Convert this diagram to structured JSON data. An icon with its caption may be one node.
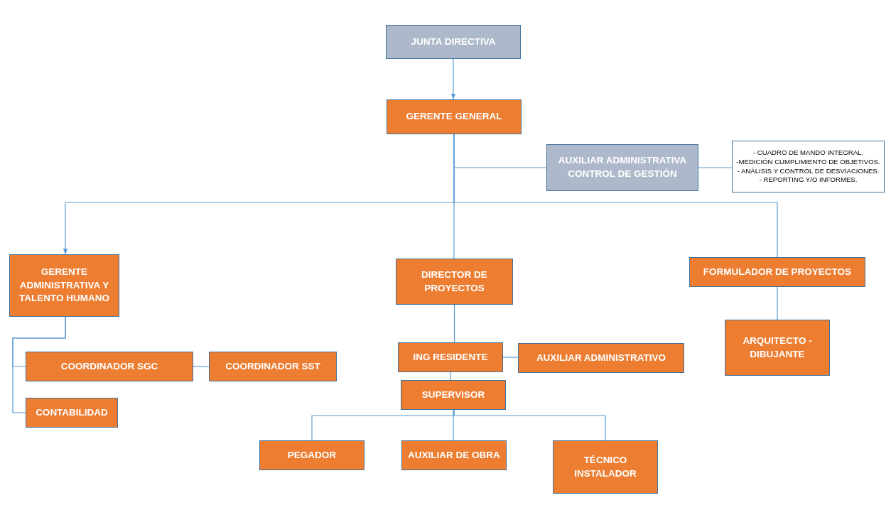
{
  "diagram": {
    "nodes": [
      {
        "text": [
          "JUNTA DIRECTIVA"
        ]
      },
      {
        "text": [
          "GERENTE GENERAL"
        ]
      },
      {
        "text": [
          "AUXILIAR ADMINISTRATIVA CONTROL DE GESTIÓN"
        ]
      },
      {
        "text": [
          "- CUADRO DE MANDO INTEGRAL.",
          "-MEDICIÓN CUMPLIMIENTO DE OBJETIVOS.",
          "- ANÁLISIS Y CONTROL DE DESVIACIONES.",
          "- REPORTING Y/O INFORMES."
        ]
      },
      {
        "text": [
          "GERENTE ADMINISTRATIVA Y TALENTO HUMANO"
        ]
      },
      {
        "text": [
          "DIRECTOR DE PROYECTOS"
        ]
      },
      {
        "text": [
          "FORMULADOR DE PROYECTOS"
        ]
      },
      {
        "text": [
          "COORDINADOR SGC"
        ]
      },
      {
        "text": [
          "COORDINADOR SST"
        ]
      },
      {
        "text": [
          "CONTABILIDAD"
        ]
      },
      {
        "text": [
          "ING RESIDENTE"
        ]
      },
      {
        "text": [
          "AUXILIAR ADMINISTRATIVO"
        ]
      },
      {
        "text": [
          "ARQUITECTO - DIBUJANTE"
        ]
      },
      {
        "text": [
          "SUPERVISOR"
        ]
      },
      {
        "text": [
          "PEGADOR"
        ]
      },
      {
        "text": [
          "AUXILIAR DE OBRA"
        ]
      },
      {
        "text": [
          "TÉCNICO INSTALADOR"
        ]
      }
    ],
    "edges": [
      {
        "from": 0,
        "to": 1,
        "arrow": "to"
      },
      {
        "from": 1,
        "to": 2,
        "arrow": "none"
      },
      {
        "from": 2,
        "to": 3,
        "arrow": "none"
      },
      {
        "from": 1,
        "to": 4,
        "arrow": "to"
      },
      {
        "from": 1,
        "to": 5,
        "arrow": "none"
      },
      {
        "from": 1,
        "to": 6,
        "arrow": "none"
      },
      {
        "from": 4,
        "to": 7,
        "arrow": "none"
      },
      {
        "from": 4,
        "to": 9,
        "arrow": "none"
      },
      {
        "from": 7,
        "to": 8,
        "arrow": "none"
      },
      {
        "from": 6,
        "to": 12,
        "arrow": "none"
      },
      {
        "from": 5,
        "to": 10,
        "arrow": "none"
      },
      {
        "from": 10,
        "to": 11,
        "arrow": "none"
      },
      {
        "from": 10,
        "to": 13,
        "arrow": "none"
      },
      {
        "from": 13,
        "to": 14,
        "arrow": "none"
      },
      {
        "from": 13,
        "to": 15,
        "arrow": "none"
      },
      {
        "from": 13,
        "to": 16,
        "arrow": "none"
      }
    ]
  }
}
